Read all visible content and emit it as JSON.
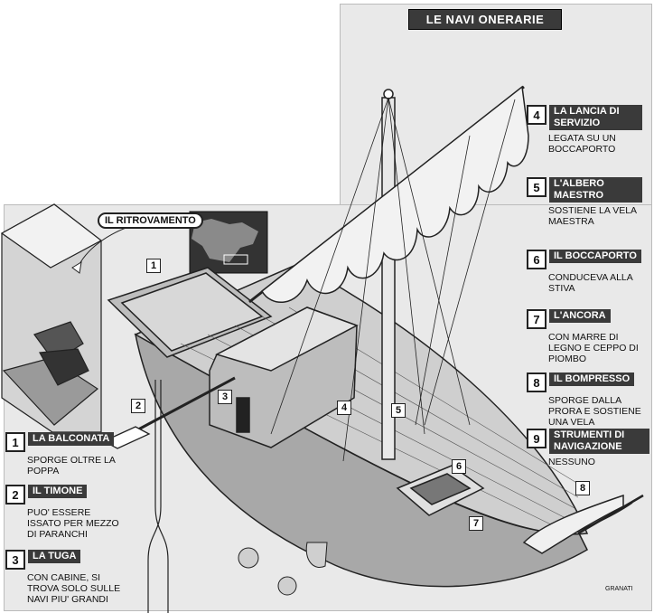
{
  "title": "LE NAVI ONERARIE",
  "discovery_label": "IL RITROVAMENTO",
  "credit": "GRANATI",
  "colors": {
    "background": "#e9e9e9",
    "label_fill": "#3a3a3a",
    "line": "#222222"
  },
  "callouts": [
    {
      "number": "1",
      "title": "LA BALCONATA",
      "description": "SPORGE OLTRE LA POPPA"
    },
    {
      "number": "2",
      "title": "IL TIMONE",
      "description": "PUO' ESSERE ISSATO PER MEZZO DI PARANCHI"
    },
    {
      "number": "3",
      "title": "LA TUGA",
      "description": "CON CABINE, SI TROVA SOLO SULLE NAVI PIU' GRANDI"
    },
    {
      "number": "4",
      "title": "LA LANCIA DI SERVIZIO",
      "description": "LEGATA SU UN BOCCAPORTO"
    },
    {
      "number": "5",
      "title": "L'ALBERO MAESTRO",
      "description": "SOSTIENE LA VELA MAESTRA"
    },
    {
      "number": "6",
      "title": "IL BOCCAPORTO",
      "description": "CONDUCEVA ALLA STIVA"
    },
    {
      "number": "7",
      "title": "L'ANCORA",
      "description": "CON MARRE DI LEGNO E CEPPO DI PIOMBO"
    },
    {
      "number": "8",
      "title": "IL BOMPRESSO",
      "description": "SPORGE DALLA PRORA E SOSTIENE UNA VELA"
    },
    {
      "number": "9",
      "title": "STRUMENTI DI NAVIGAZIONE",
      "description": "NESSUNO"
    }
  ],
  "markers": [
    "1",
    "2",
    "3",
    "4",
    "5",
    "6",
    "7",
    "8"
  ]
}
